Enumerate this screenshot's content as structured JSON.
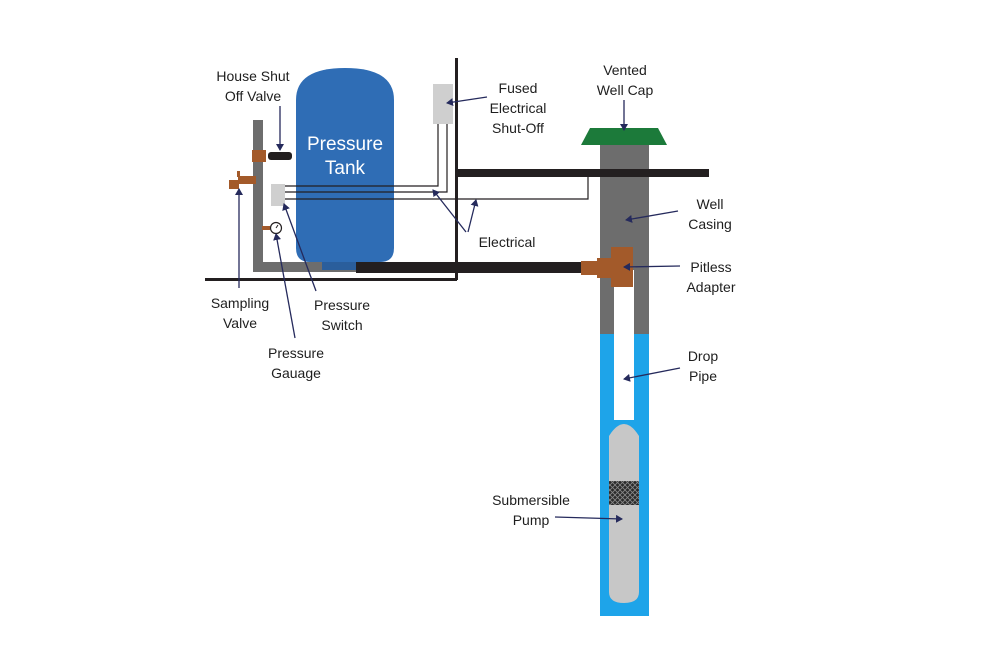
{
  "colors": {
    "tank": "#2f6db5",
    "pipe_gray": "#6d6d6d",
    "pipe_black": "#231f20",
    "water": "#1ea4e9",
    "cap": "#1c7a3a",
    "fitting": "#a35a2a",
    "panel": "#cfcfcf",
    "pump": "#c7c7c7",
    "leader": "#252a5c"
  },
  "labels": {
    "house_shutoff": [
      "House Shut",
      "Off Valve"
    ],
    "pressure_tank": [
      "Pressure",
      "Tank"
    ],
    "fused": [
      "Fused",
      "Electrical",
      "Shut-Off"
    ],
    "well_cap": [
      "Vented",
      "Well Cap"
    ],
    "well_casing": [
      "Well",
      "Casing"
    ],
    "electrical": "Electrical",
    "pitless": [
      "Pitless",
      "Adapter"
    ],
    "sampling": [
      "Sampling",
      "Valve"
    ],
    "switch": [
      "Pressure",
      "Switch"
    ],
    "gauge": [
      "Pressure",
      "Gauage"
    ],
    "drop_pipe": [
      "Drop",
      "Pipe"
    ],
    "pump": [
      "Submersible",
      "Pump"
    ]
  }
}
